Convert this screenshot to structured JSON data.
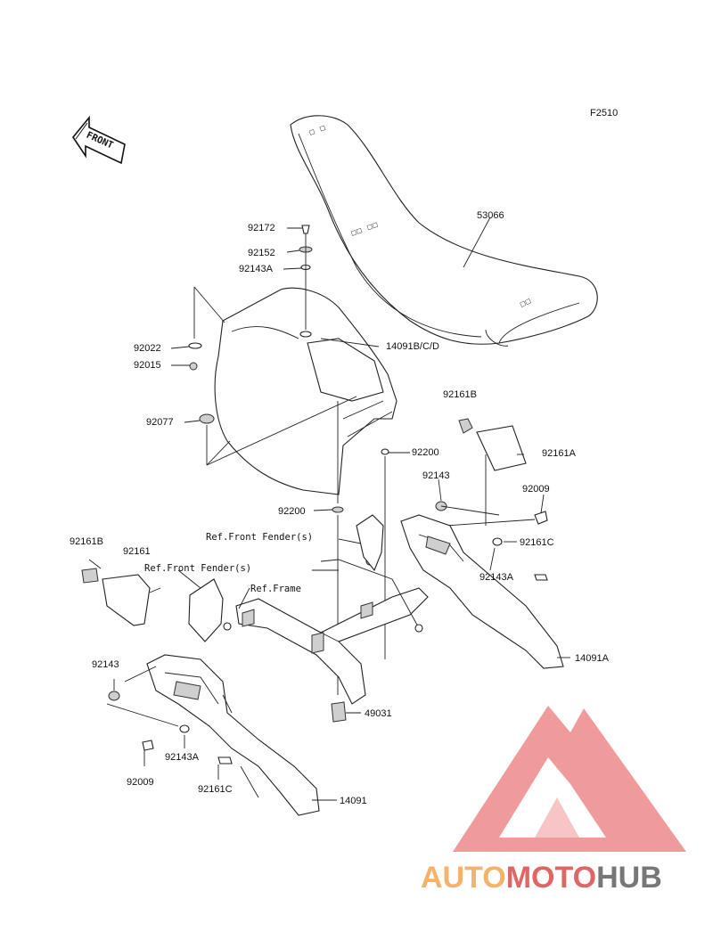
{
  "diagram": {
    "code": "F2510",
    "front_arrow": "FRONT",
    "parts": [
      "53066",
      "92172",
      "92152",
      "92143A",
      "92022",
      "92015",
      "14091B/C/D",
      "92077",
      "92161B",
      "92200",
      "92161A",
      "92143",
      "92009",
      "92200",
      "92161C",
      "92143A",
      "14091A",
      "92161B",
      "92161",
      "92143",
      "92143A",
      "92009",
      "92161C",
      "14091",
      "49031"
    ],
    "references": [
      "Ref.Front Fender(s)",
      "Ref.Front Fender(s)",
      "Ref.Frame"
    ]
  },
  "watermark": {
    "part1": "AUTO",
    "part2": "MOTO",
    "part3": "HUB",
    "color1": "#f6b26b",
    "color2": "#e06666",
    "color3": "#777777",
    "logo_color": "#ea6d6d"
  }
}
